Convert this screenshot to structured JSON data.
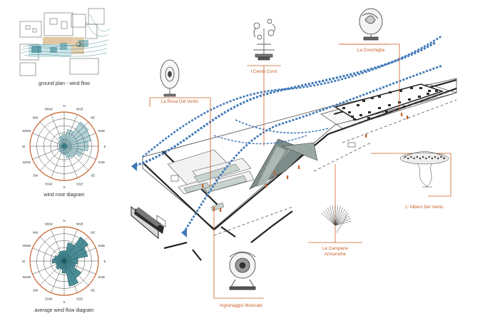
{
  "colors": {
    "accent": "#c8602a",
    "teal": "#2e7a86",
    "wind": "#3f78b8",
    "line": "#555555",
    "dark": "#2b2b2b"
  },
  "captions": {
    "ground_plan": "ground plan - wind flow",
    "wind_rose": "wind rose diagram",
    "avg_wind": "average wind flow diagram"
  },
  "compass": [
    "N",
    "NNE",
    "NE",
    "ENE",
    "E",
    "ESE",
    "SE",
    "SSE",
    "S",
    "SSW",
    "SW",
    "WSW",
    "W",
    "WNW",
    "NW",
    "NNW"
  ],
  "installations": [
    {
      "id": "rosa",
      "name": "La Rosa Del Vento",
      "lines": [
        "La Rosa Del Vento"
      ],
      "icon": "wind-rose-sculpture-icon"
    },
    {
      "id": "corni",
      "name": "I Cento Corni",
      "lines": [
        "I Cento Corni"
      ],
      "icon": "horns-sculpture-icon"
    },
    {
      "id": "conchiglia",
      "name": "La Conchiglia",
      "lines": [
        "La Conchiglia"
      ],
      "icon": "shell-sculpture-icon"
    },
    {
      "id": "albero",
      "name": "L' Albero Del Vento",
      "lines": [
        "L' Albero Del Vento"
      ],
      "icon": "wind-tree-sculpture-icon"
    },
    {
      "id": "campane",
      "name": "Le Campane Armoniche",
      "lines": [
        "Le Campane",
        "Armoniche"
      ],
      "icon": "harmonic-bells-sculpture-icon"
    },
    {
      "id": "ingranaggio",
      "name": "Ingranaggio Musicale",
      "lines": [
        "Ingranaggio Musicale"
      ],
      "icon": "musical-gear-sculpture-icon"
    }
  ]
}
